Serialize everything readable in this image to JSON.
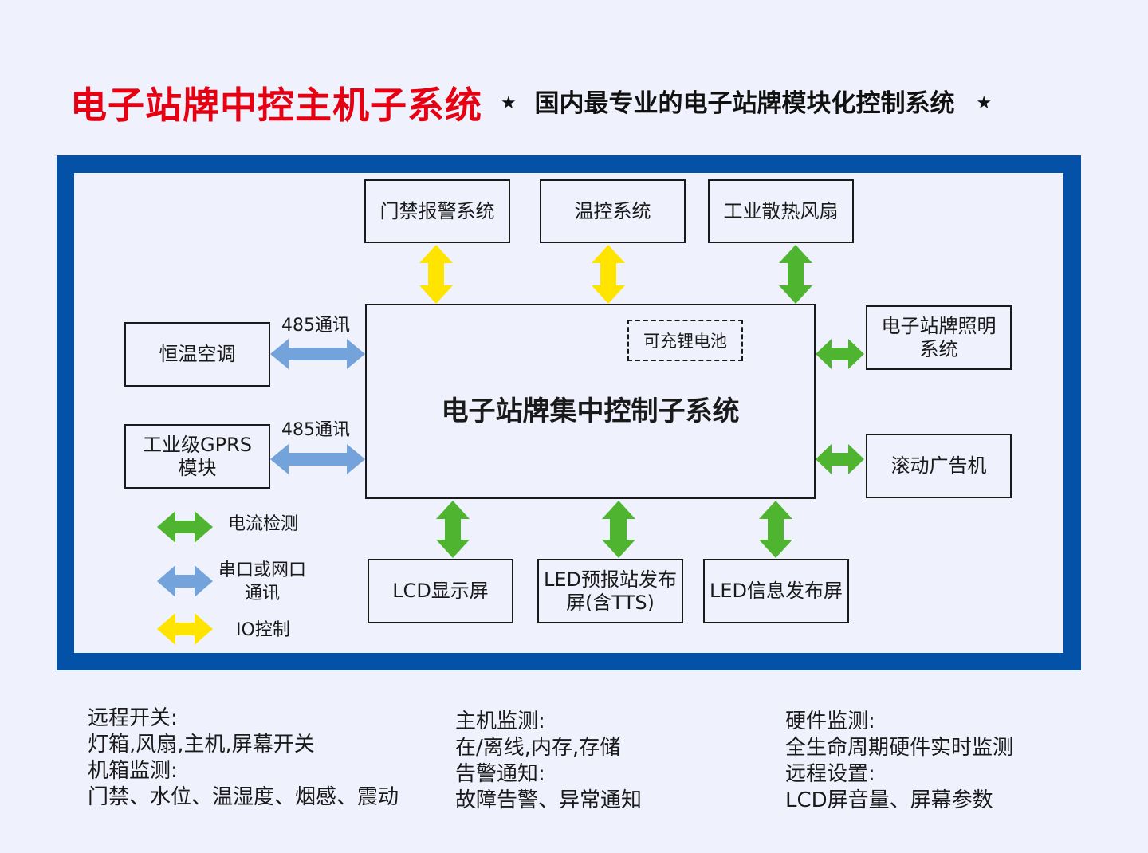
{
  "header": {
    "title": "电子站牌中控主机子系统",
    "star_left": "★",
    "subtitle": "国内最专业的电子站牌模块化控制系统",
    "star_right": "★"
  },
  "diagram": {
    "center_title": "电子站牌集中控制子系统",
    "battery_label": "可充锂电池",
    "top_boxes": [
      "门禁报警系统",
      "温控系统",
      "工业散热风扇"
    ],
    "left_boxes": [
      "恒温空调",
      "工业级GPRS\n模块"
    ],
    "comm_labels": [
      "485通讯",
      "485通讯"
    ],
    "right_boxes": [
      "电子站牌照明\n系统",
      "滚动广告机"
    ],
    "bottom_boxes": [
      "LCD显示屏",
      "LED预报站发布\n屏(含TTS)",
      "LED信息发布屏"
    ],
    "legend": [
      {
        "label": "电流检测",
        "color": "#4fb531"
      },
      {
        "label": "串口或网口\n通讯",
        "color": "#74a3db"
      },
      {
        "label": "IO控制",
        "color": "#ffe400"
      }
    ]
  },
  "colors": {
    "title_red": "#e60012",
    "frame_blue": "#0451a8",
    "arrow_green": "#4fb531",
    "arrow_blue": "#74a3db",
    "arrow_yellow": "#ffe400"
  },
  "features": {
    "col1": [
      "远程开关:",
      "灯箱,风扇,主机,屏幕开关",
      "机箱监测:",
      "门禁、水位、温湿度、烟感、震动"
    ],
    "col2": [
      "主机监测:",
      "在/离线,内存,存储",
      "告警通知:",
      "故障告警、异常通知"
    ],
    "col3": [
      "硬件监测:",
      "全生命周期硬件实时监测",
      "远程设置:",
      "LCD屏音量、屏幕参数"
    ]
  }
}
